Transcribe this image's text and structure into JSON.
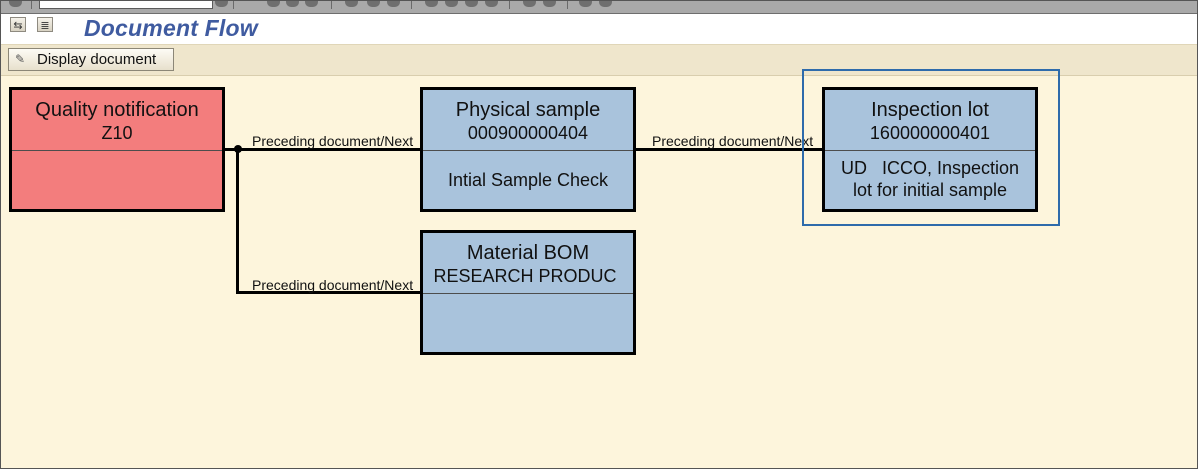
{
  "window": {
    "title": "Document Flow"
  },
  "toolbar": {
    "display_document_label": "Display document"
  },
  "nodes": {
    "quality_notification": {
      "line1": "Quality notification",
      "line2": "Z10",
      "detail": ""
    },
    "physical_sample": {
      "line1": "Physical sample",
      "line2": "000900000404",
      "detail": "Intial Sample Check"
    },
    "inspection_lot": {
      "line1": "Inspection lot",
      "line2": "160000000401",
      "detail_line1": "UD   ICCO, Inspection",
      "detail_line2": "lot for initial sample"
    },
    "material_bom": {
      "line1": "Material BOM",
      "line2": "RESEARCH PRODUC",
      "detail": ""
    }
  },
  "edges": {
    "qn_to_sample": "Preceding document/Next",
    "sample_to_lot": "Preceding document/Next",
    "qn_to_bom": "Preceding document/Next"
  },
  "colors": {
    "quality_notification_fill": "#f37d7d",
    "document_fill": "#a9c3dc",
    "selection_frame": "#2e6bab",
    "title": "#3f5ba0",
    "background": "#fdf5dc"
  },
  "icons": [
    "flow-icon",
    "list-icon",
    "display-document-icon"
  ]
}
